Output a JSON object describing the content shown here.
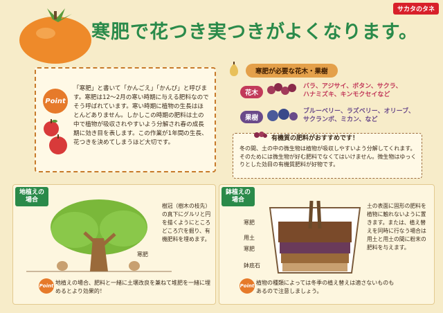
{
  "brand": "サカタのタネ",
  "title": "寒肥で花つき実つきがよくなります。",
  "point": {
    "badge": "Point",
    "text": "「寒肥」と書いて「かんごえ」「かんぴ」と呼びます。寒肥は12～2月の寒い時期に与える肥料なのでそう呼ばれています。寒い時期に植物の生長はほとんどありません。しかしこの時期の肥料は土の中で植物が吸収されやすいよう分解され春の成長期に効き目を表します。この作業が1年間の生長、花つきを決めてしまうほど大切です。"
  },
  "required": {
    "header": "寒肥が必要な花木・果樹",
    "kaboku_label": "花木",
    "kaboku_line1": "バラ、アジサイ、ボタン、サクラ、",
    "kaboku_line2": "ハナミズキ、キンモクセイなど",
    "kaju_label": "果樹",
    "kaju_line1": "ブルーベリー、ラズベリー、オリーブ、",
    "kaju_line2": "サクランボ、ミカン、など"
  },
  "recommend": {
    "header": "有機質の肥料がおすすめです！",
    "text": "冬の間、土の中の微生物は植物が吸収しやすいよう分解してくれます。そのためには微生物が好む肥料でなくてはいけません。微生物はゆっくりとした効目の有機質肥料が好物です。"
  },
  "ground": {
    "tag_line1": "地植えの",
    "tag_line2": "場合",
    "desc": "樹冠（樹木の枝先）の真下にグルリと円を描くようにところどころ穴を掘り、有機肥料を埋めます。",
    "kanpi": "寒肥",
    "point_badge": "Point",
    "point_text": "地植えの場合、肥料と一緒に土壌改良を兼ねて堆肥を一緒に埋めるとより効果的！"
  },
  "pot": {
    "tag_line1": "鉢植えの",
    "tag_line2": "場合",
    "label_kanpi": "寒肥",
    "label_yodo": "用土",
    "label_kanpi2": "寒肥",
    "label_hachizoko": "鉢底石",
    "desc": "土の表面に固形の肥料を植物に触れないように置きます。または、植え替えを同時に行なう場合は用土と用土の間に粉末の肥料を与えます。",
    "point_badge": "Point",
    "point_text": "植物の種類によっては冬季の植え替えは適さないものもあるので注意しましょう。"
  },
  "colors": {
    "title_green": "#2a8a4a",
    "orange": "#e67a2a",
    "pink": "#c23a5a",
    "purple": "#6a4a8a",
    "background": "#f7ecc9"
  }
}
